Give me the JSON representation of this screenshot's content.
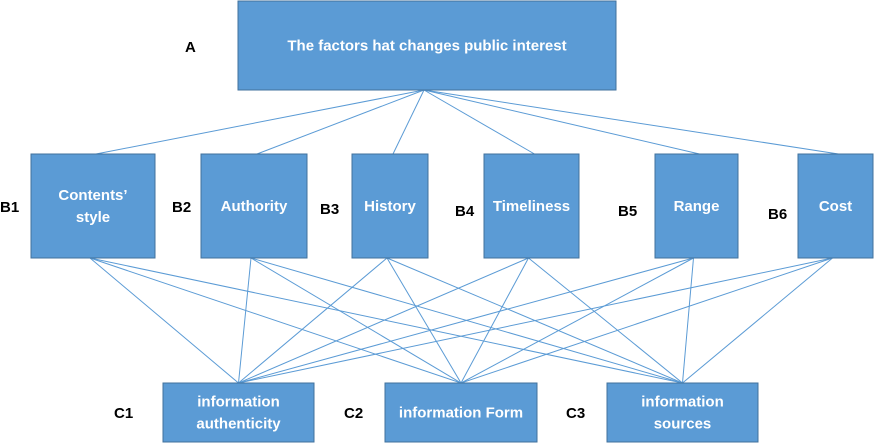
{
  "goal": {
    "label": "A",
    "text": "The factors hat changes public interest"
  },
  "criteria": [
    {
      "label": "B1",
      "lines": [
        "Contents’",
        "style"
      ]
    },
    {
      "label": "B2",
      "lines": [
        "Authority"
      ]
    },
    {
      "label": "B3",
      "lines": [
        "History"
      ]
    },
    {
      "label": "B4",
      "lines": [
        "Timeliness"
      ]
    },
    {
      "label": "B5",
      "lines": [
        "Range"
      ]
    },
    {
      "label": "B6",
      "lines": [
        "Cost"
      ]
    }
  ],
  "alternatives": [
    {
      "label": "C1",
      "lines": [
        "information",
        "authenticity"
      ]
    },
    {
      "label": "C2",
      "lines": [
        "information Form"
      ]
    },
    {
      "label": "C3",
      "lines": [
        "information",
        "sources"
      ]
    }
  ],
  "colors": {
    "box_fill": "#5b9bd5",
    "box_stroke": "#41719c",
    "connector": "#5b9bd5",
    "box_text": "#ffffff",
    "label_text": "#000000"
  }
}
